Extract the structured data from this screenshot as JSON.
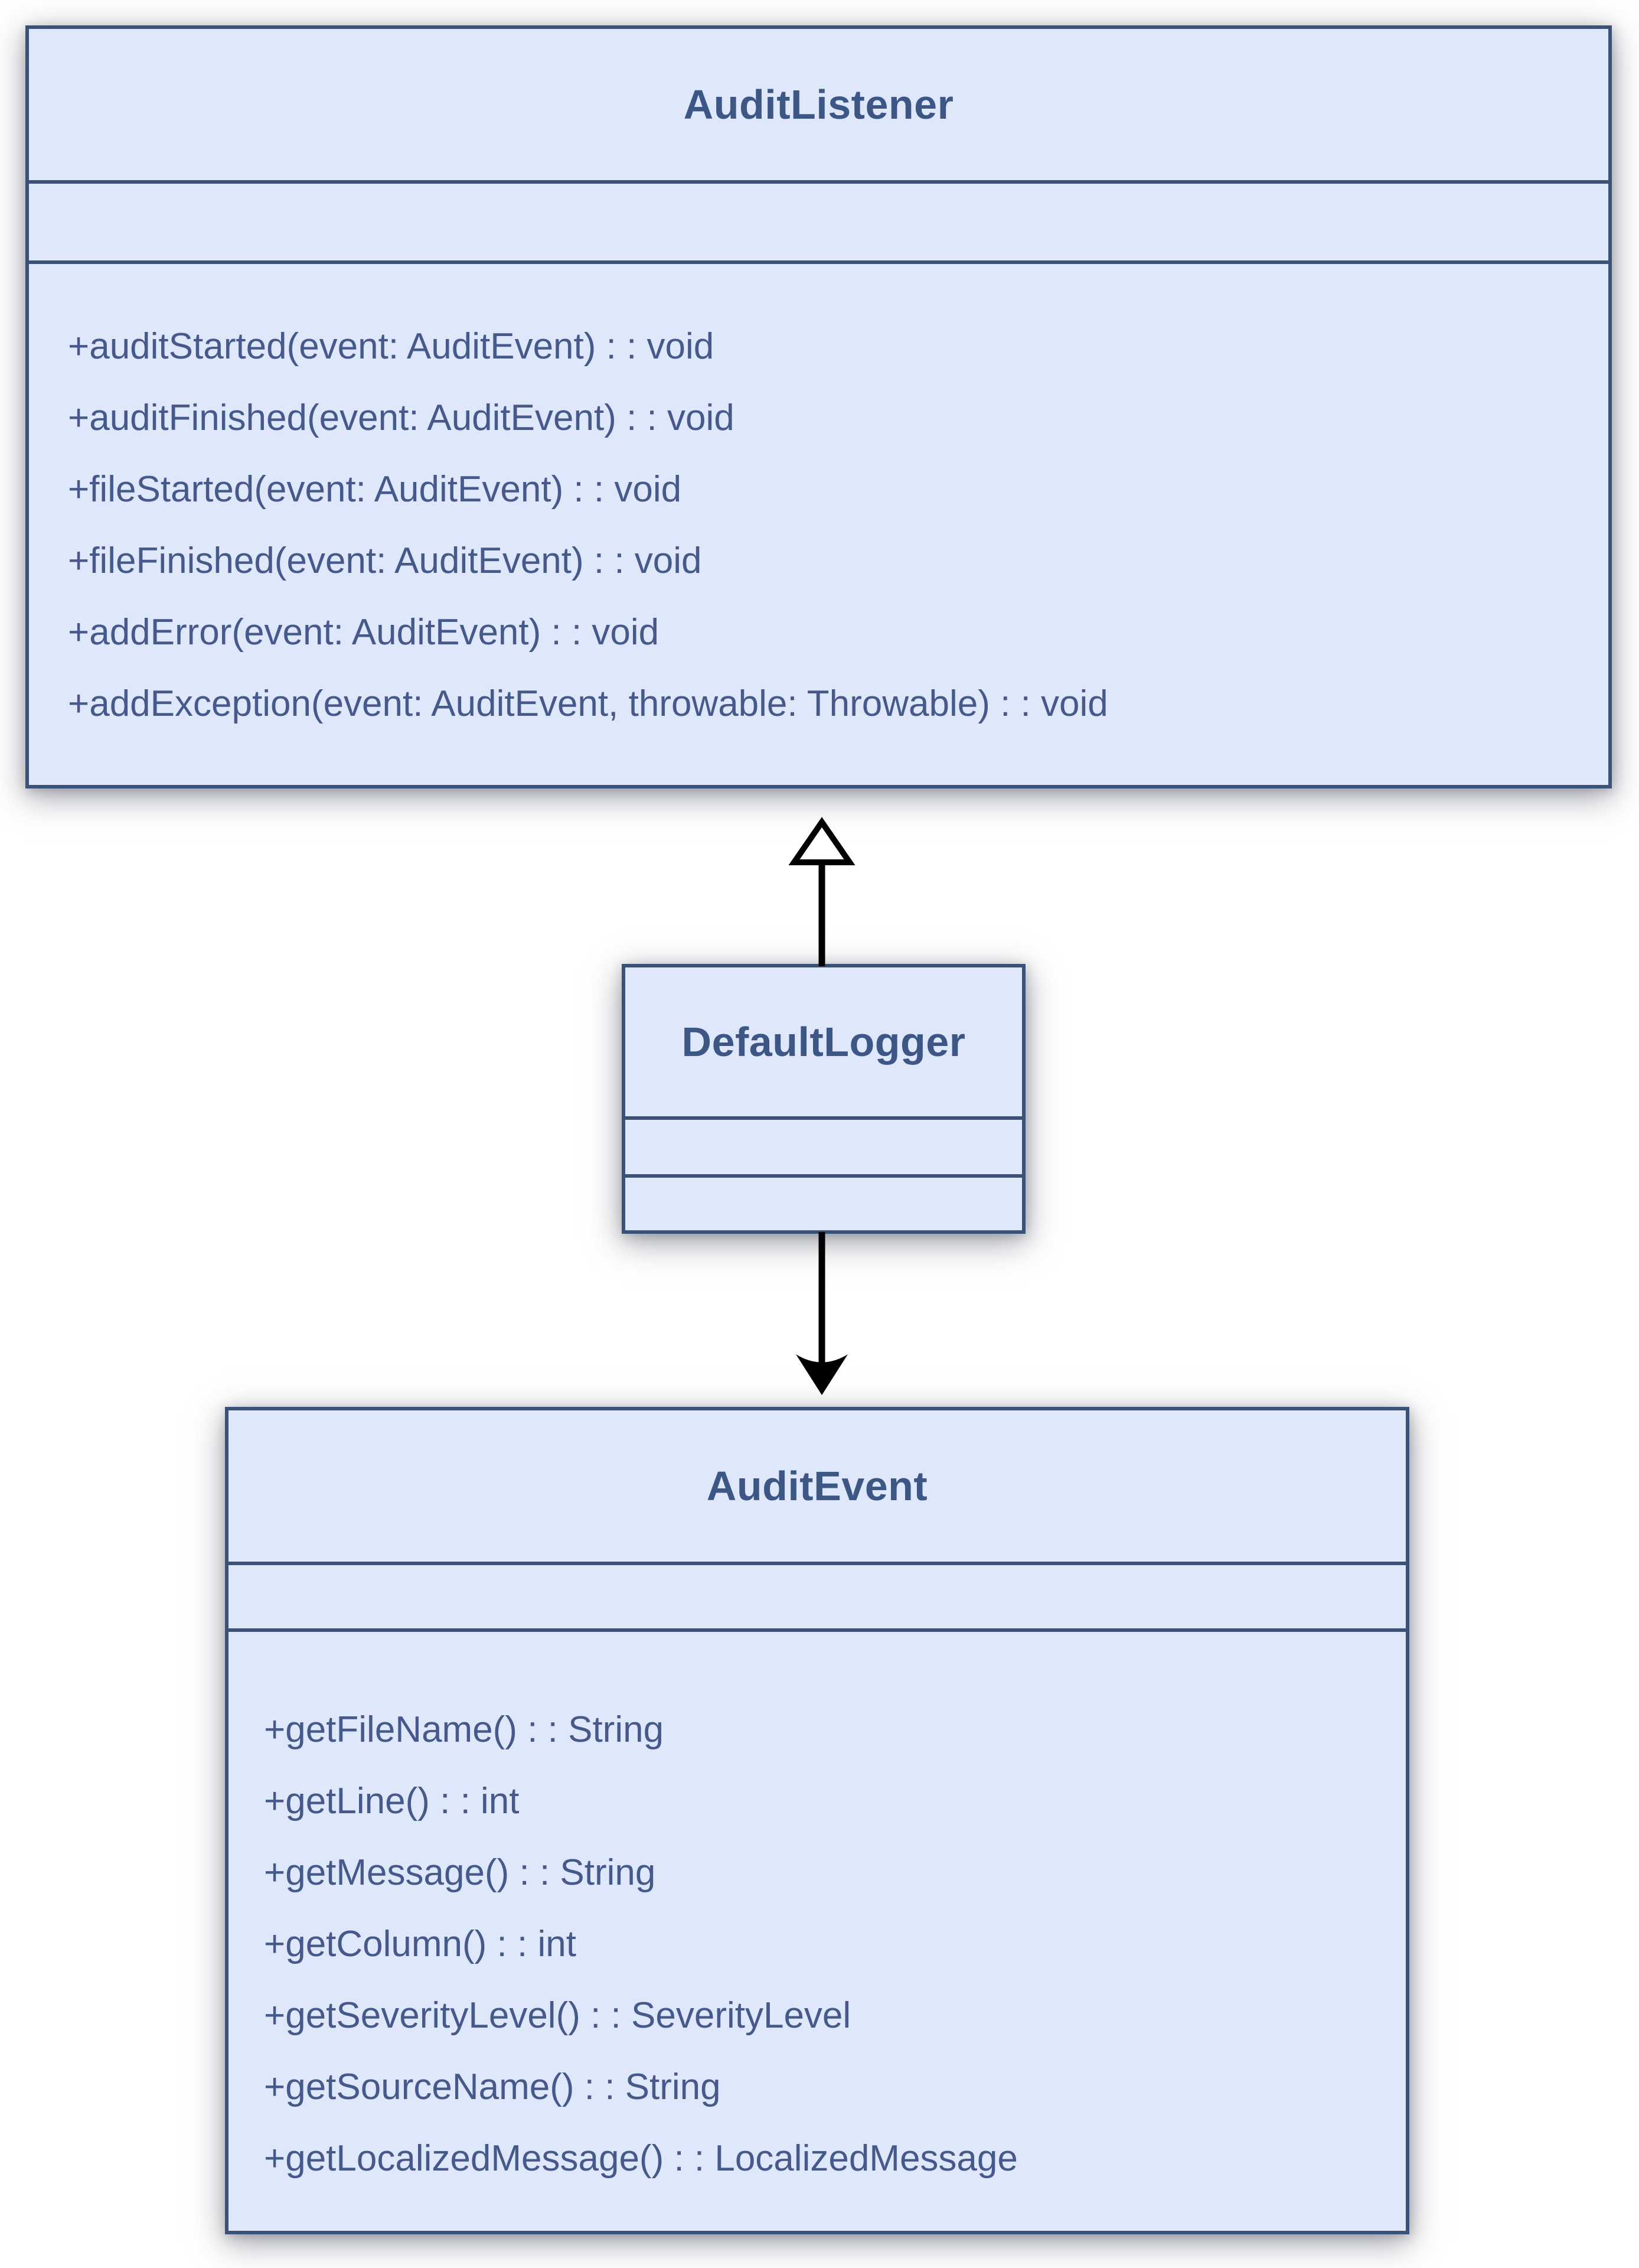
{
  "classes": [
    {
      "name": "AuditListener",
      "attributes": [],
      "methods": [
        "+auditStarted(event: AuditEvent) : : void",
        "+auditFinished(event: AuditEvent) : : void",
        "+fileStarted(event: AuditEvent) : : void",
        "+fileFinished(event: AuditEvent) : : void",
        "+addError(event: AuditEvent) : : void",
        "+addException(event: AuditEvent, throwable: Throwable) : : void"
      ]
    },
    {
      "name": "DefaultLogger",
      "attributes": [],
      "methods": []
    },
    {
      "name": "AuditEvent",
      "attributes": [],
      "methods": [
        "+getFileName() : : String",
        "+getLine() : : int",
        "+getMessage() : : String",
        "+getColumn() : : int",
        "+getSeverityLevel() : : SeverityLevel",
        "+getSourceName() : : String",
        "+getLocalizedMessage() : : LocalizedMessage"
      ]
    }
  ],
  "relationships": [
    {
      "from": "DefaultLogger",
      "to": "AuditListener",
      "type": "realization",
      "arrowhead": "hollow-triangle-up"
    },
    {
      "from": "DefaultLogger",
      "to": "AuditEvent",
      "type": "association",
      "arrowhead": "filled-arrow-down"
    }
  ],
  "colors": {
    "page-bg": "#ffffff",
    "box-fill": "#dfe7fa",
    "box-border": "#3a5278",
    "title-text": "#3c5786",
    "method-text": "#46598b",
    "arrow": "#000000"
  }
}
